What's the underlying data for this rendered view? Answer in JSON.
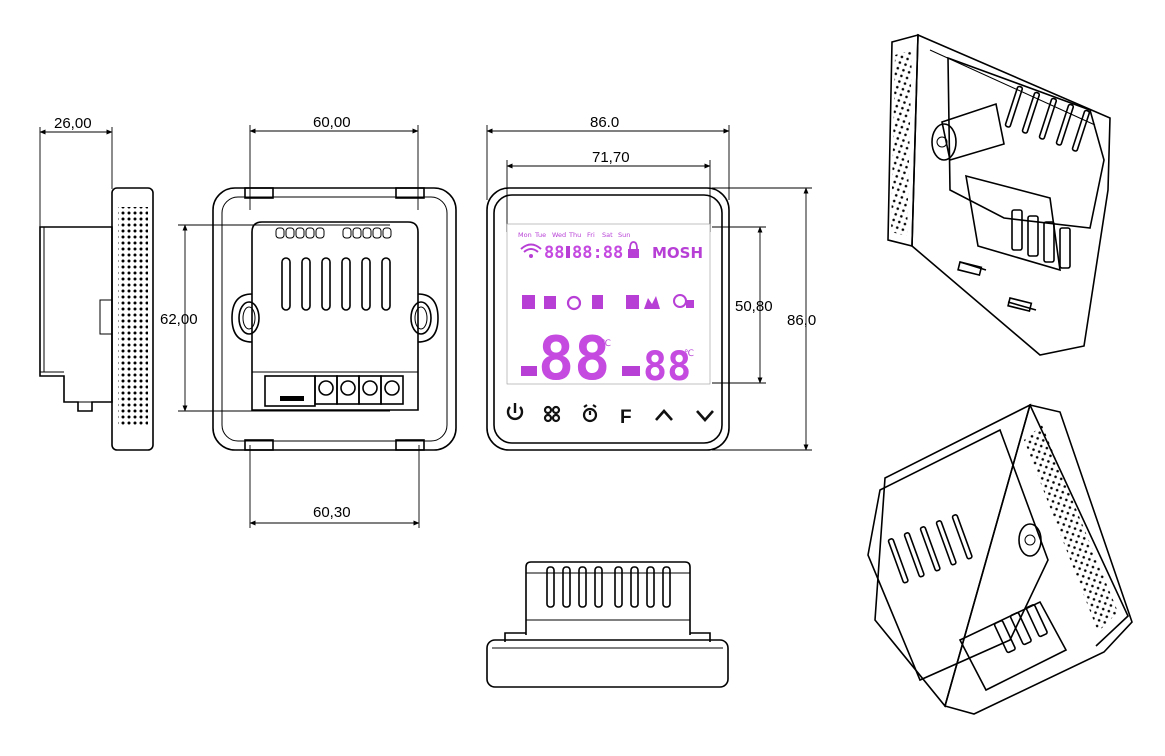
{
  "dimensions": {
    "side_depth": "26,00",
    "back_top_width": "60,00",
    "back_height": "62,00",
    "back_bottom_width": "60,30",
    "front_width": "86.0",
    "screen_width": "71,70",
    "screen_height": "50,80",
    "front_height": "86,0"
  },
  "lcd": {
    "weekdays": [
      "Mon",
      "Tue",
      "Wed",
      "Thu",
      "Fri",
      "Sat",
      "Sun"
    ],
    "room_digits": "88",
    "clock_digits": "88:88",
    "mode_text": "MOSH",
    "main_temp_digits": "88",
    "set_temp_digits": "88",
    "temp_unit": "℃",
    "color": "#c44ae0"
  },
  "keys": {
    "power": "power-icon",
    "menu": "menu-icon",
    "clock": "alarm-clock-icon",
    "function_label": "F",
    "up": "chevron-up-icon",
    "down": "chevron-down-icon"
  }
}
